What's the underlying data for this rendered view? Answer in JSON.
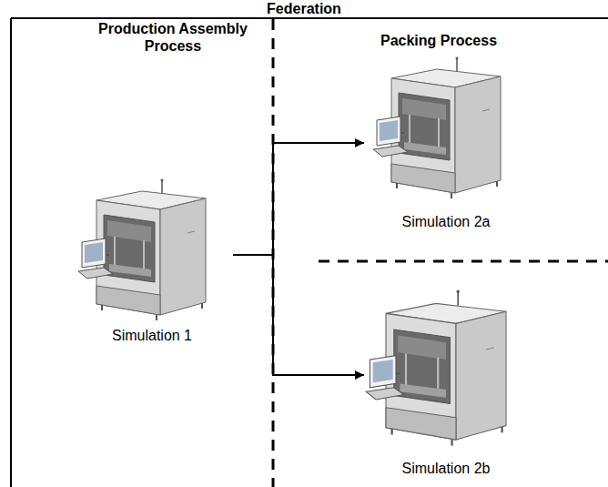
{
  "diagram": {
    "nodes": [
      {
        "text": [
          "Federation"
        ]
      },
      {
        "text": [
          "Simulation 1"
        ],
        "in": 0
      },
      {
        "text": [
          "Simulation 2a"
        ],
        "in": 0
      },
      {
        "text": [
          "Simulation 2b"
        ],
        "in": 0
      }
    ],
    "edges": [
      {
        "from": 1,
        "to": 2,
        "arrow": "to"
      },
      {
        "from": 1,
        "to": 3,
        "arrow": "to"
      }
    ],
    "labels": [
      "Production Assembly Process",
      "Packing Process"
    ]
  }
}
